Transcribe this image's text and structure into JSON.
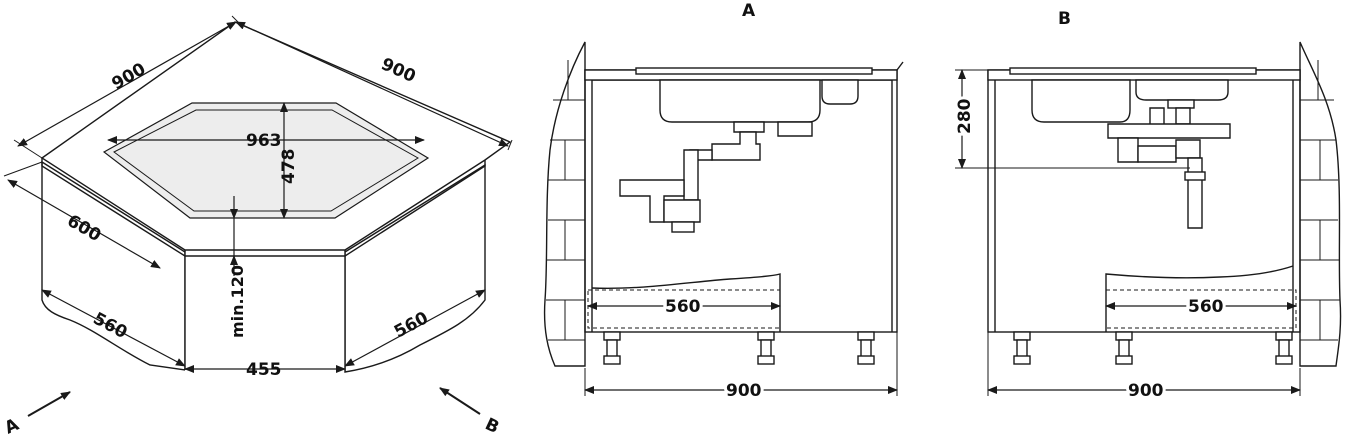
{
  "views": {
    "a_label": "A",
    "b_label": "B"
  },
  "plan": {
    "dim_top_left": "900",
    "dim_top_right": "900",
    "dim_bowl_width": "963",
    "dim_bowl_depth": "478",
    "dim_depth": "600",
    "dim_min_clearance": "min.120",
    "dim_side_left": "560",
    "dim_side_right": "560",
    "dim_front": "455",
    "arrow_a": "A",
    "arrow_b": "B"
  },
  "view_a": {
    "dim_inner": "560",
    "dim_width": "900"
  },
  "view_b": {
    "dim_height": "280",
    "dim_inner": "560",
    "dim_width": "900"
  }
}
